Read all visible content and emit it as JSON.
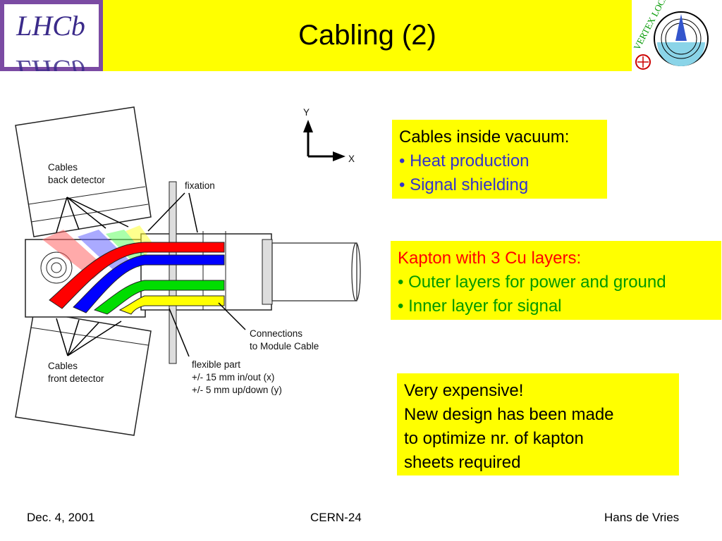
{
  "header": {
    "title": "Cabling (2)",
    "lhcb_logo_text": "LHCb",
    "velo_logo_text": "VERTEX LOCATOR"
  },
  "diagram": {
    "axis_y": "Y",
    "axis_x": "X",
    "label_cables_back": [
      "Cables",
      "back detector"
    ],
    "label_fixation": "fixation",
    "label_connections": [
      "Connections",
      "to Module Cable"
    ],
    "label_cables_front": [
      "Cables",
      "front detector"
    ],
    "label_flexible": [
      "flexible part",
      "+/- 15 mm in/out (x)",
      "+/- 5 mm up/down (y)"
    ]
  },
  "box_vacuum": {
    "heading": "Cables inside vacuum:",
    "items": [
      "• Heat production",
      "• Signal shielding"
    ]
  },
  "box_kapton": {
    "heading": "Kapton with 3 Cu layers:",
    "items": [
      "• Outer layers for power and ground",
      "• Inner layer for signal"
    ]
  },
  "box_expensive": {
    "lines": [
      "Very expensive!",
      "New design has been made",
      "to optimize nr. of kapton",
      "sheets required"
    ]
  },
  "footer": {
    "date": "Dec. 4, 2001",
    "center": "CERN-24",
    "author": "Hans de Vries"
  },
  "colors": {
    "title_bar": "#ffff00",
    "logo_bg": "#7b4ba3",
    "cable_red": "#ff0000",
    "cable_blue": "#0000ff",
    "cable_green": "#00cc00",
    "cable_yellow": "#ffff00"
  }
}
